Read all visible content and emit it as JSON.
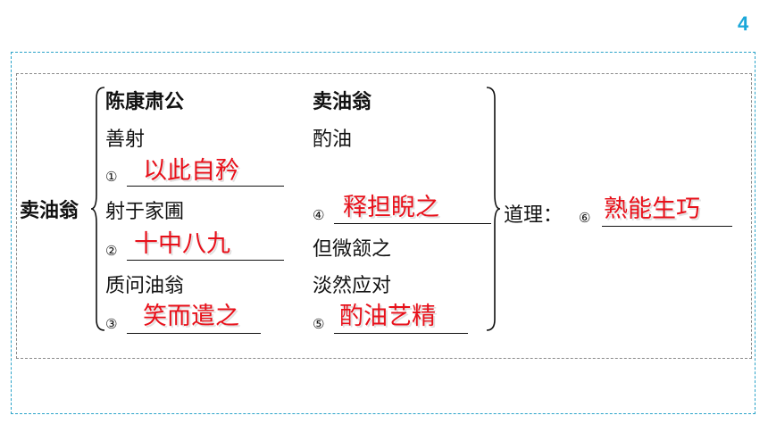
{
  "page_number": "4",
  "root": "卖油翁",
  "col1": {
    "header": "陈康肃公",
    "lines": [
      "善射",
      "射于家圃",
      "质问油翁"
    ]
  },
  "col2": {
    "header": "卖油翁",
    "lines": [
      "酌油",
      "但微颔之",
      "淡然应对"
    ]
  },
  "markers": [
    "①",
    "②",
    "③",
    "④",
    "⑤",
    "⑥"
  ],
  "answers": [
    "以此自矜",
    "十中八九",
    "笑而遣之",
    "释担睨之",
    "酌油艺精",
    "熟能生巧"
  ],
  "conclusion_label": "道理：",
  "colors": {
    "accent": "#1aa7d9",
    "answer": "#e8101a",
    "border": "#2aa3c9"
  }
}
